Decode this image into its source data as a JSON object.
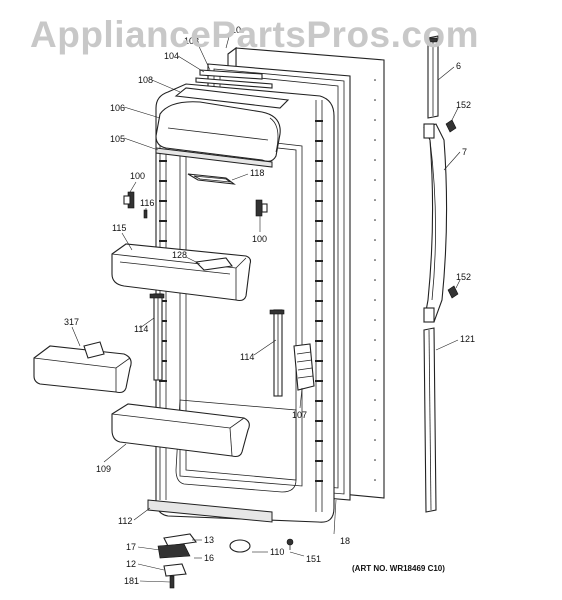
{
  "watermark": "AppliancePartsPros.com",
  "art_number": "(ART NO. WR18469 C10)",
  "callouts": {
    "c6": "6",
    "c7": "7",
    "c10": "10",
    "c12": "12",
    "c13": "13",
    "c16": "16",
    "c17": "17",
    "c18": "18",
    "c100a": "100",
    "c100b": "100",
    "c103": "103",
    "c104": "104",
    "c105": "105",
    "c106": "106",
    "c107": "107",
    "c108": "108",
    "c109": "109",
    "c110": "110",
    "c112": "112",
    "c114a": "114",
    "c114b": "114",
    "c115": "115",
    "c116": "116",
    "c118": "118",
    "c121": "121",
    "c128": "128",
    "c151": "151",
    "c152a": "152",
    "c152b": "152",
    "c181": "181",
    "c317": "317"
  }
}
